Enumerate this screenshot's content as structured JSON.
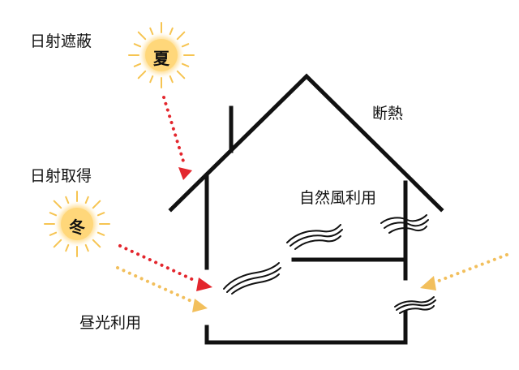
{
  "labels": {
    "summer_shading": "日射遮蔽",
    "winter_gain": "日射取得",
    "insulation": "断熱",
    "natural_wind": "自然風利用",
    "daylight": "昼光利用"
  },
  "suns": {
    "summer": "夏",
    "winter": "冬"
  },
  "colors": {
    "sun_fill": "#FFD77A",
    "sun_ray": "#F6C451",
    "heat_arrow": "#E3262D",
    "light_arrow": "#F2BF5C",
    "house_line": "#111111"
  }
}
